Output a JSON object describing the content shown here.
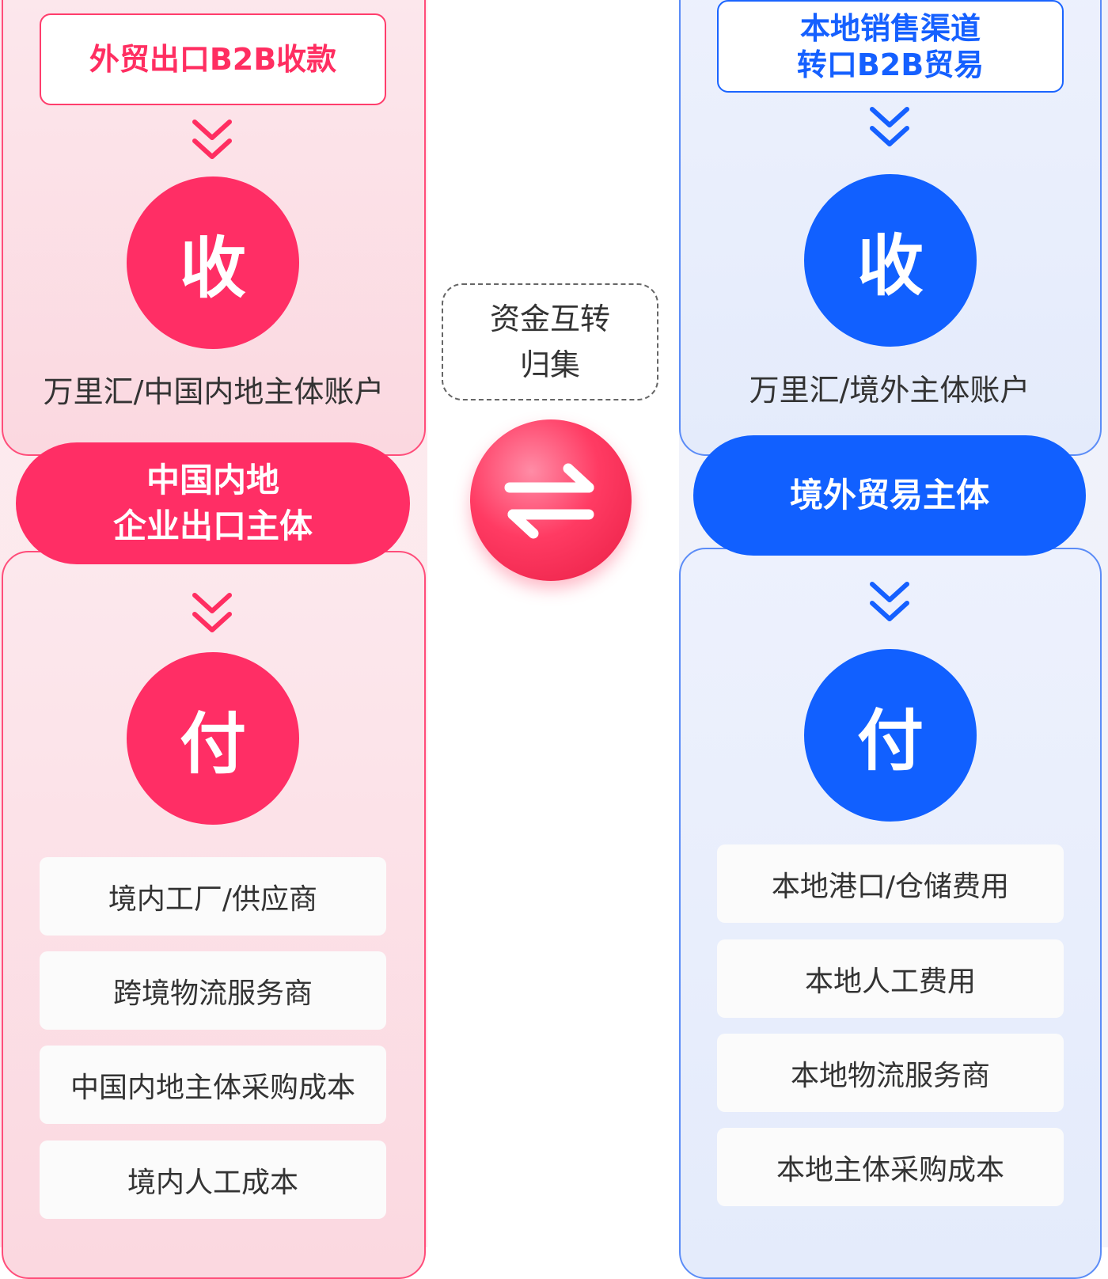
{
  "left": {
    "top_label": "外贸出口B2B收款",
    "receive_label": "收",
    "account_label": "万里汇/中国内地主体账户",
    "entity_label": "中国内地\n企业出口主体",
    "pay_label": "付",
    "pay_items": [
      "境内工厂/供应商",
      "跨境物流服务商",
      "中国内地主体采购成本",
      "境内人工成本"
    ],
    "accent_color": "#ff2e65"
  },
  "center": {
    "transfer_label": "资金互转\n归集",
    "swap_icon": "swap-arrows-icon"
  },
  "right": {
    "top_label": "本地销售渠道\n转口B2B贸易",
    "receive_label": "收",
    "account_label": "万里汇/境外主体账户",
    "entity_label": "境外贸易主体",
    "pay_label": "付",
    "pay_items": [
      "本地港口/仓储费用",
      "本地人工费用",
      "本地物流服务商",
      "本地主体采购成本"
    ],
    "accent_color": "#1160ff"
  }
}
